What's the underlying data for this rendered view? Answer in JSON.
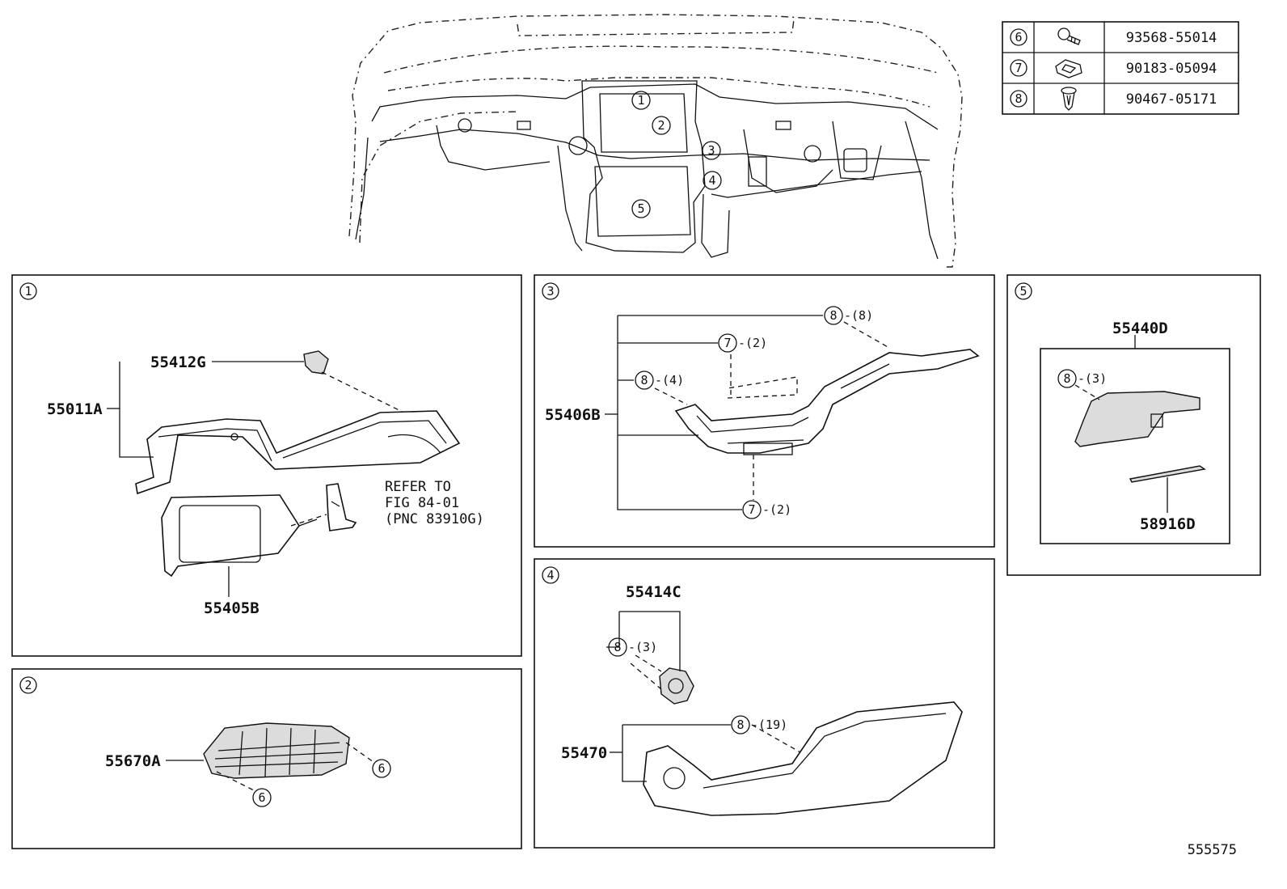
{
  "legend": [
    {
      "ref": "6",
      "part_no": "93568-55014",
      "icon": "bolt-icon"
    },
    {
      "ref": "7",
      "part_no": "90183-05094",
      "icon": "clip-nut-icon"
    },
    {
      "ref": "8",
      "part_no": "90467-05171",
      "icon": "push-clip-icon"
    }
  ],
  "overview": {
    "callouts": [
      "1",
      "2",
      "3",
      "4",
      "5"
    ]
  },
  "panel1": {
    "ref": "1",
    "parts": {
      "p55412G": "55412G",
      "p55011A": "55011A",
      "p55405B": "55405B"
    },
    "refer": [
      "REFER TO",
      "FIG 84-01",
      "(PNC 83910G)"
    ]
  },
  "panel2": {
    "ref": "2",
    "parts": {
      "p55670A": "55670A"
    },
    "fasteners": [
      {
        "ref": "6"
      },
      {
        "ref": "6"
      }
    ]
  },
  "panel3": {
    "ref": "3",
    "parts": {
      "p55406B": "55406B"
    },
    "fasteners": [
      {
        "ref": "8",
        "qty": "-(8)"
      },
      {
        "ref": "7",
        "qty": "-(2)"
      },
      {
        "ref": "8",
        "qty": "-(4)"
      },
      {
        "ref": "7",
        "qty": "-(2)"
      }
    ]
  },
  "panel4": {
    "ref": "4",
    "parts": {
      "p55414C": "55414C",
      "p55470": "55470"
    },
    "fasteners": [
      {
        "ref": "8",
        "qty": "-(3)"
      },
      {
        "ref": "8",
        "qty": "-(19)"
      }
    ]
  },
  "panel5": {
    "ref": "5",
    "parts": {
      "p55440D": "55440D",
      "p58916D": "58916D"
    },
    "fasteners": [
      {
        "ref": "8",
        "qty": "-(3)"
      }
    ]
  },
  "illustration_id": "555575"
}
